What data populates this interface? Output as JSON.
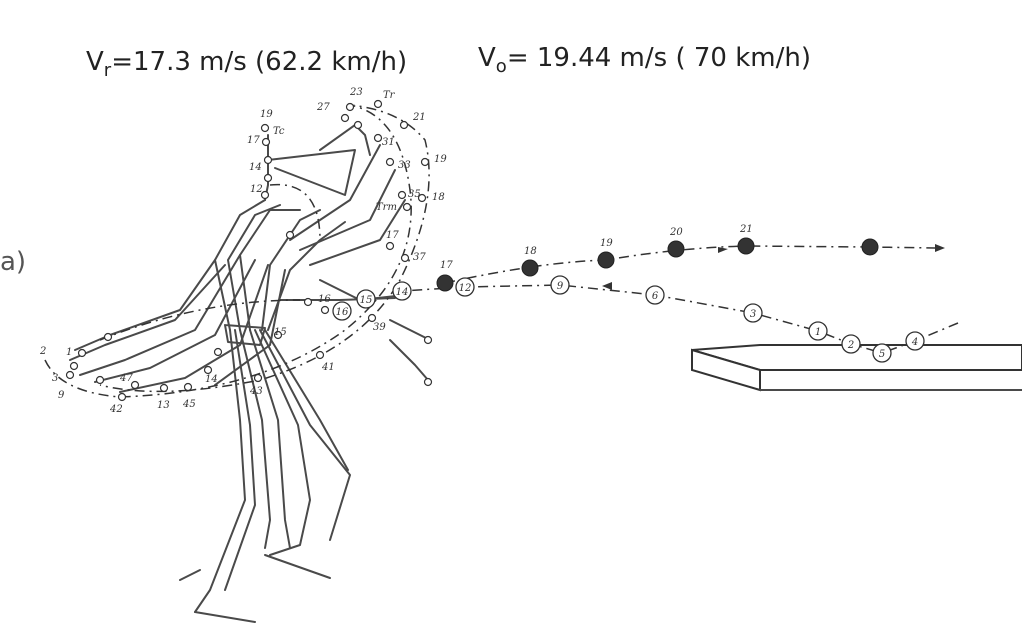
{
  "header": {
    "v_r": "V",
    "v_r_sub": "r",
    "v_r_value": "=17.3 m/s (62.2 km/h)",
    "v_o": "V",
    "v_o_sub": "o",
    "v_o_value": "= 19.44 m/s ( 70 km/h)"
  },
  "panel_label": "a)",
  "body_labels": [
    "19",
    "Tc",
    "17",
    "14",
    "12",
    "23",
    "Tr",
    "27",
    "21",
    "31",
    "33",
    "19",
    "35",
    "18",
    "Trm",
    "17",
    "37",
    "2",
    "1",
    "3",
    "9",
    "42",
    "13",
    "45",
    "14",
    "43",
    "41",
    "15",
    "16",
    "39",
    "47"
  ],
  "racket_filled_labels": [
    "17",
    "18",
    "19",
    "20",
    "21"
  ],
  "ball_circle_labels": [
    "14",
    "15",
    "16",
    "12",
    "9",
    "6",
    "3",
    "1",
    "2",
    "5",
    "4"
  ]
}
